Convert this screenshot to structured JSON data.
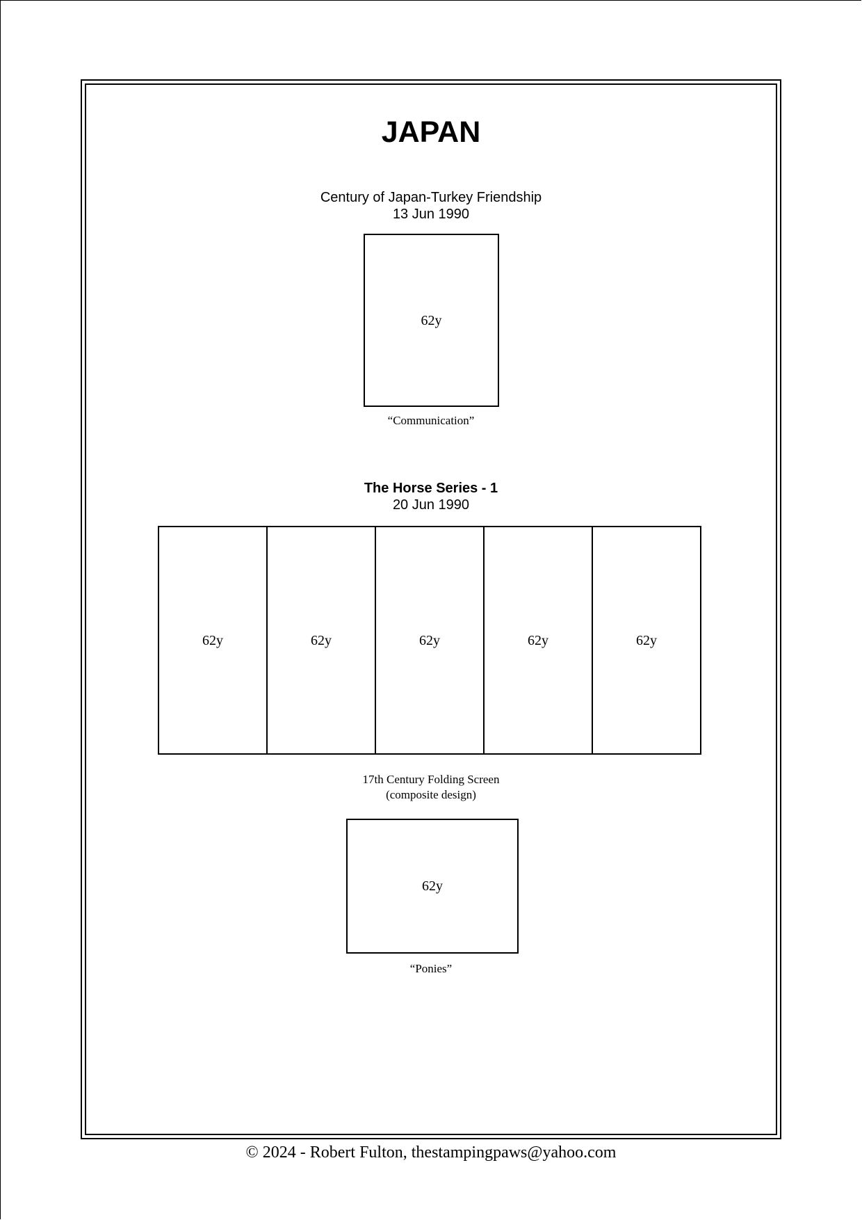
{
  "page": {
    "country": "JAPAN",
    "footer": "© 2024 -  Robert Fulton, thestampingpaws@yahoo.com"
  },
  "issue1": {
    "name": "Century of Japan-Turkey Friendship",
    "date": "13 Jun 1990",
    "stamp": {
      "value": "62y",
      "caption": "“Communication”"
    }
  },
  "issue2": {
    "name": "The Horse Series - 1",
    "date": "20 Jun 1990",
    "strip": [
      {
        "value": "62y"
      },
      {
        "value": "62y"
      },
      {
        "value": "62y"
      },
      {
        "value": "62y"
      },
      {
        "value": "62y"
      }
    ],
    "strip_caption_line1": "17th Century Folding Screen",
    "strip_caption_line2": "(composite design)",
    "single": {
      "value": "62y",
      "caption": "“Ponies”"
    }
  }
}
